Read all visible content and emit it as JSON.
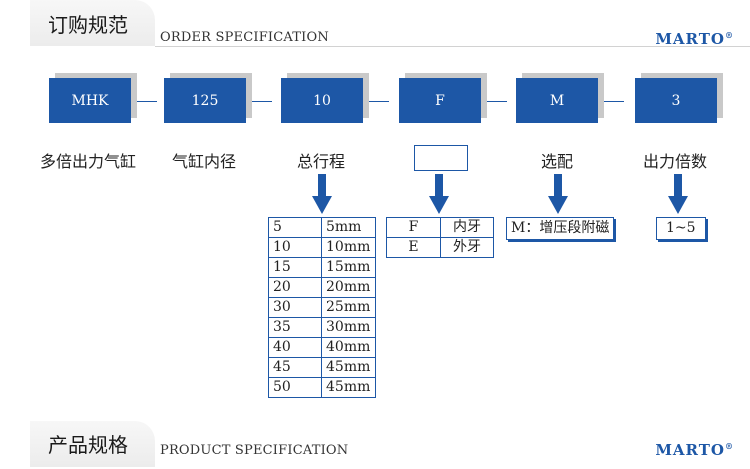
{
  "order_header": {
    "title_cn": "订购规范",
    "title_en": "ORDER SPECIFICATION",
    "brand": "MARTO",
    "brand_mark": "®"
  },
  "code_items": [
    {
      "code": "MHK",
      "label": "多倍出力气缸"
    },
    {
      "code": "125",
      "label": "气缸内径"
    },
    {
      "code": "10",
      "label": "总行程"
    },
    {
      "code": "F",
      "label": ""
    },
    {
      "code": "M",
      "label": "选配"
    },
    {
      "code": "3",
      "label": "出力倍数"
    }
  ],
  "stroke_table": [
    [
      "5",
      "5mm"
    ],
    [
      "10",
      "10mm"
    ],
    [
      "15",
      "15mm"
    ],
    [
      "20",
      "20mm"
    ],
    [
      "30",
      "25mm"
    ],
    [
      "35",
      "30mm"
    ],
    [
      "40",
      "40mm"
    ],
    [
      "45",
      "45mm"
    ],
    [
      "50",
      "45mm"
    ]
  ],
  "thread_table": [
    [
      "F",
      "内牙"
    ],
    [
      "E",
      "外牙"
    ]
  ],
  "option_text": "M：增压段附磁",
  "multiplier_text": "1~5",
  "product_header": {
    "title_cn": "产品规格",
    "title_en": "PRODUCT SPECIFICATION",
    "brand": "MARTO",
    "brand_mark": "®"
  },
  "colors": {
    "accent": "#1d57a6",
    "shadow": "#c9c9c9"
  },
  "icons": [
    "arrow-down-icon"
  ]
}
